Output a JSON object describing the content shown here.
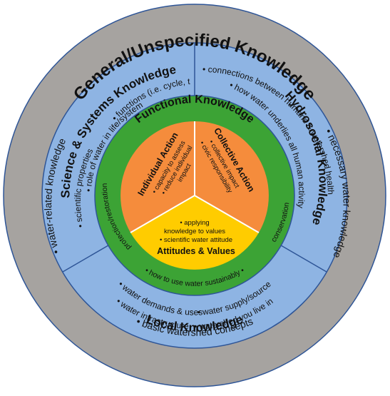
{
  "colors": {
    "grey": "#a6a3a0",
    "blue": "#8eb4e3",
    "green": "#3ca335",
    "orange": "#f58c3c",
    "yellow": "#ffcc00",
    "line": "#2e5597",
    "core_line": "#ffffff"
  },
  "outer": {
    "title": "General/Unspecified Knowledge",
    "bullet_left": "• water-related knowledge",
    "bullet_right": "• necessary water knowledge",
    "bullet_bottom": "• basic watershed concepts"
  },
  "science": {
    "title": "Science & Systems Knowledge",
    "bullets": [
      "• functions (i.e. cycle, transport)",
      "• scientific properties",
      "• role of water in life/systems"
    ]
  },
  "hydro": {
    "title": "Hydrosocial Knowledge",
    "bullets": [
      "• connections between humans & watershed health/quality",
      "• how water underlies all human activity"
    ]
  },
  "local": {
    "title": "Local Knowledge",
    "bullets": [
      "• water demands & uses",
      "• water supply/source",
      "• water infrastructure",
      "• watershed you live in"
    ]
  },
  "functional": {
    "title": "Functional Knowledge",
    "bullet_left": "protection/restoration",
    "bullet_bottom": "• how to use water sustainably •",
    "bullet_right": "conservation"
  },
  "individual": {
    "title": "Individual Action",
    "bullets": [
      "• capacity to assess",
      "• reduce individual",
      "impact"
    ]
  },
  "collective": {
    "title": "Collective Action",
    "bullets": [
      "• collective impact",
      "• civic responsibility"
    ]
  },
  "attitudes": {
    "title": "Attitudes & Values",
    "bullets": [
      "• applying",
      "knowledge to values",
      "• scientific water attitude"
    ]
  }
}
